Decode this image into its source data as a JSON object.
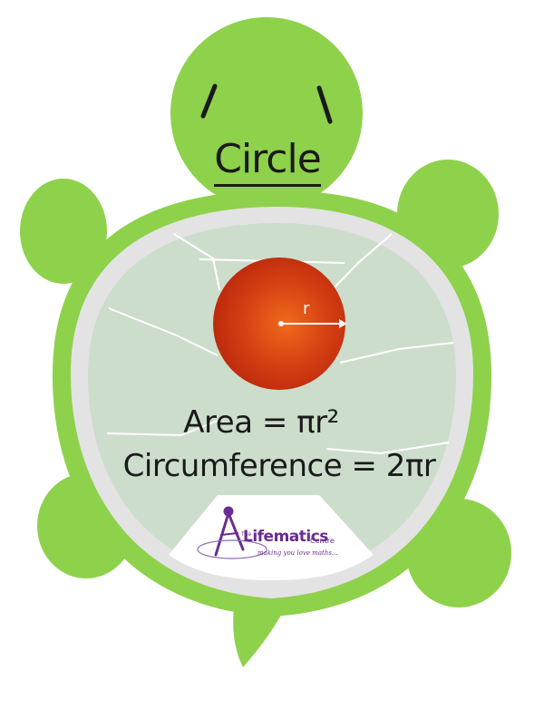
{
  "title": "Circle",
  "radius_label": "r",
  "formulas": {
    "area": "Area = πr²",
    "circumference": "Circumference = 2πr"
  },
  "logo": {
    "prefix": "The",
    "name": "Lifematics",
    "suffix": "Centre",
    "tagline": "making you love maths..."
  },
  "colors": {
    "turtle_green": "#8ed14b",
    "shell_rim": "#e3e3e3",
    "shell_panel": "#cdddcc",
    "circle_center": "#f06a1c",
    "circle_edge": "#b8260c",
    "logo_purple": "#6a2c91"
  }
}
